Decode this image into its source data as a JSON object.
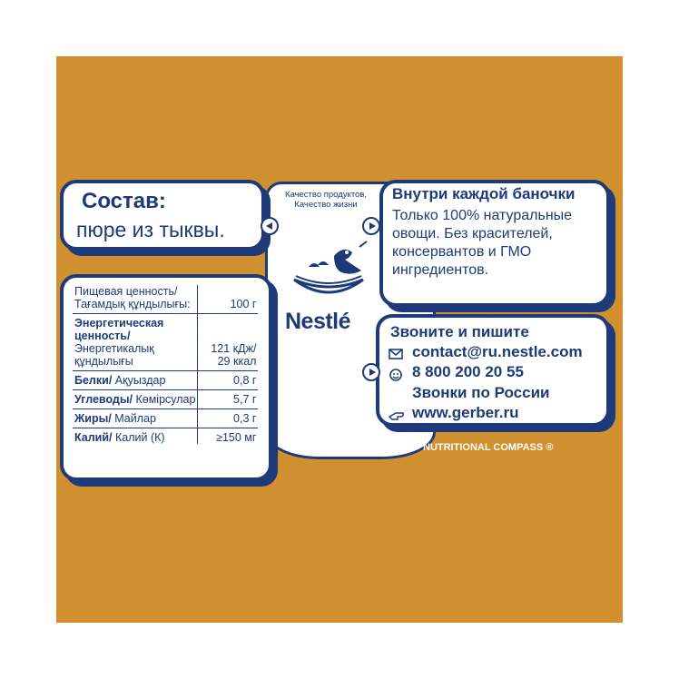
{
  "composition": {
    "title": "Состав:",
    "text": "пюре из тыквы."
  },
  "quality": {
    "line1": "Качество продуктов,",
    "line2": "Качество жизни"
  },
  "brand": {
    "name": "Nestlé"
  },
  "inside": {
    "title": "Внутри каждой баночки",
    "lines": [
      "Только 100% натуральные",
      "овощи. Без красителей,",
      "консервантов и ГМО",
      "ингредиентов."
    ]
  },
  "contact": {
    "title": "Звоните и пишите",
    "email": "contact@ru.nestle.com",
    "phone": "8 800 200 20 55",
    "calls_note": "Звонки по России",
    "website": "www.gerber.ru"
  },
  "footer": {
    "compass": "NUTRITIONAL COMPASS ®"
  },
  "nutrition": {
    "header_ru": "Пищевая ценность/",
    "header_kz": "Тағамдық құндылығы:",
    "header_amount": "100 г",
    "energy_ru_1": "Энергетическая",
    "energy_ru_2": "ценность/",
    "energy_kz_1": "Энергетикалық",
    "energy_kz_2": "құндылығы",
    "energy_kj": "121 кДж/",
    "energy_kcal": "29 ккал",
    "protein_ru": "Белки/",
    "protein_kz": " Ақуыздар",
    "protein_val": "0,8 г",
    "carbs_ru": "Углеводы/",
    "carbs_kz": " Көмірсулар",
    "carbs_val": "5,7 г",
    "fat_ru": "Жиры/",
    "fat_kz": " Майлар",
    "fat_val": "0,3 г",
    "potassium_ru": "Калий/",
    "potassium_kz": " Калий (К)",
    "potassium_val": "≥150 мг"
  },
  "colors": {
    "background": "#D0902F",
    "navy": "#1E3A78",
    "white": "#FFFFFF"
  }
}
